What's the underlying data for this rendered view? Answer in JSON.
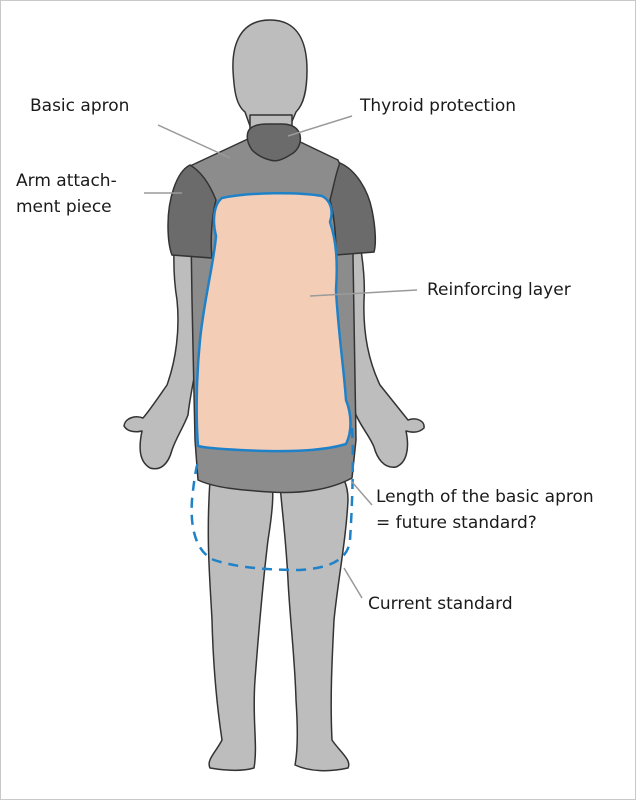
{
  "labels": {
    "basic_apron": "Basic apron",
    "thyroid_protection": "Thyroid protection",
    "arm_attachment_line1": "Arm attach-",
    "arm_attachment_line2": "ment piece",
    "reinforcing_layer": "Reinforcing layer",
    "length_line1": "Length of the basic apron",
    "length_line2": "= future standard?",
    "current_standard": "Current standard"
  },
  "colors": {
    "body": "#bdbdbd",
    "body_outline": "#333333",
    "apron": "#8c8c8c",
    "arm_piece": "#6b6b6b",
    "reinforcing_layer": "#f4cdb7",
    "outline_blue": "#1f82c8",
    "leader_line": "#9a9a9a"
  }
}
